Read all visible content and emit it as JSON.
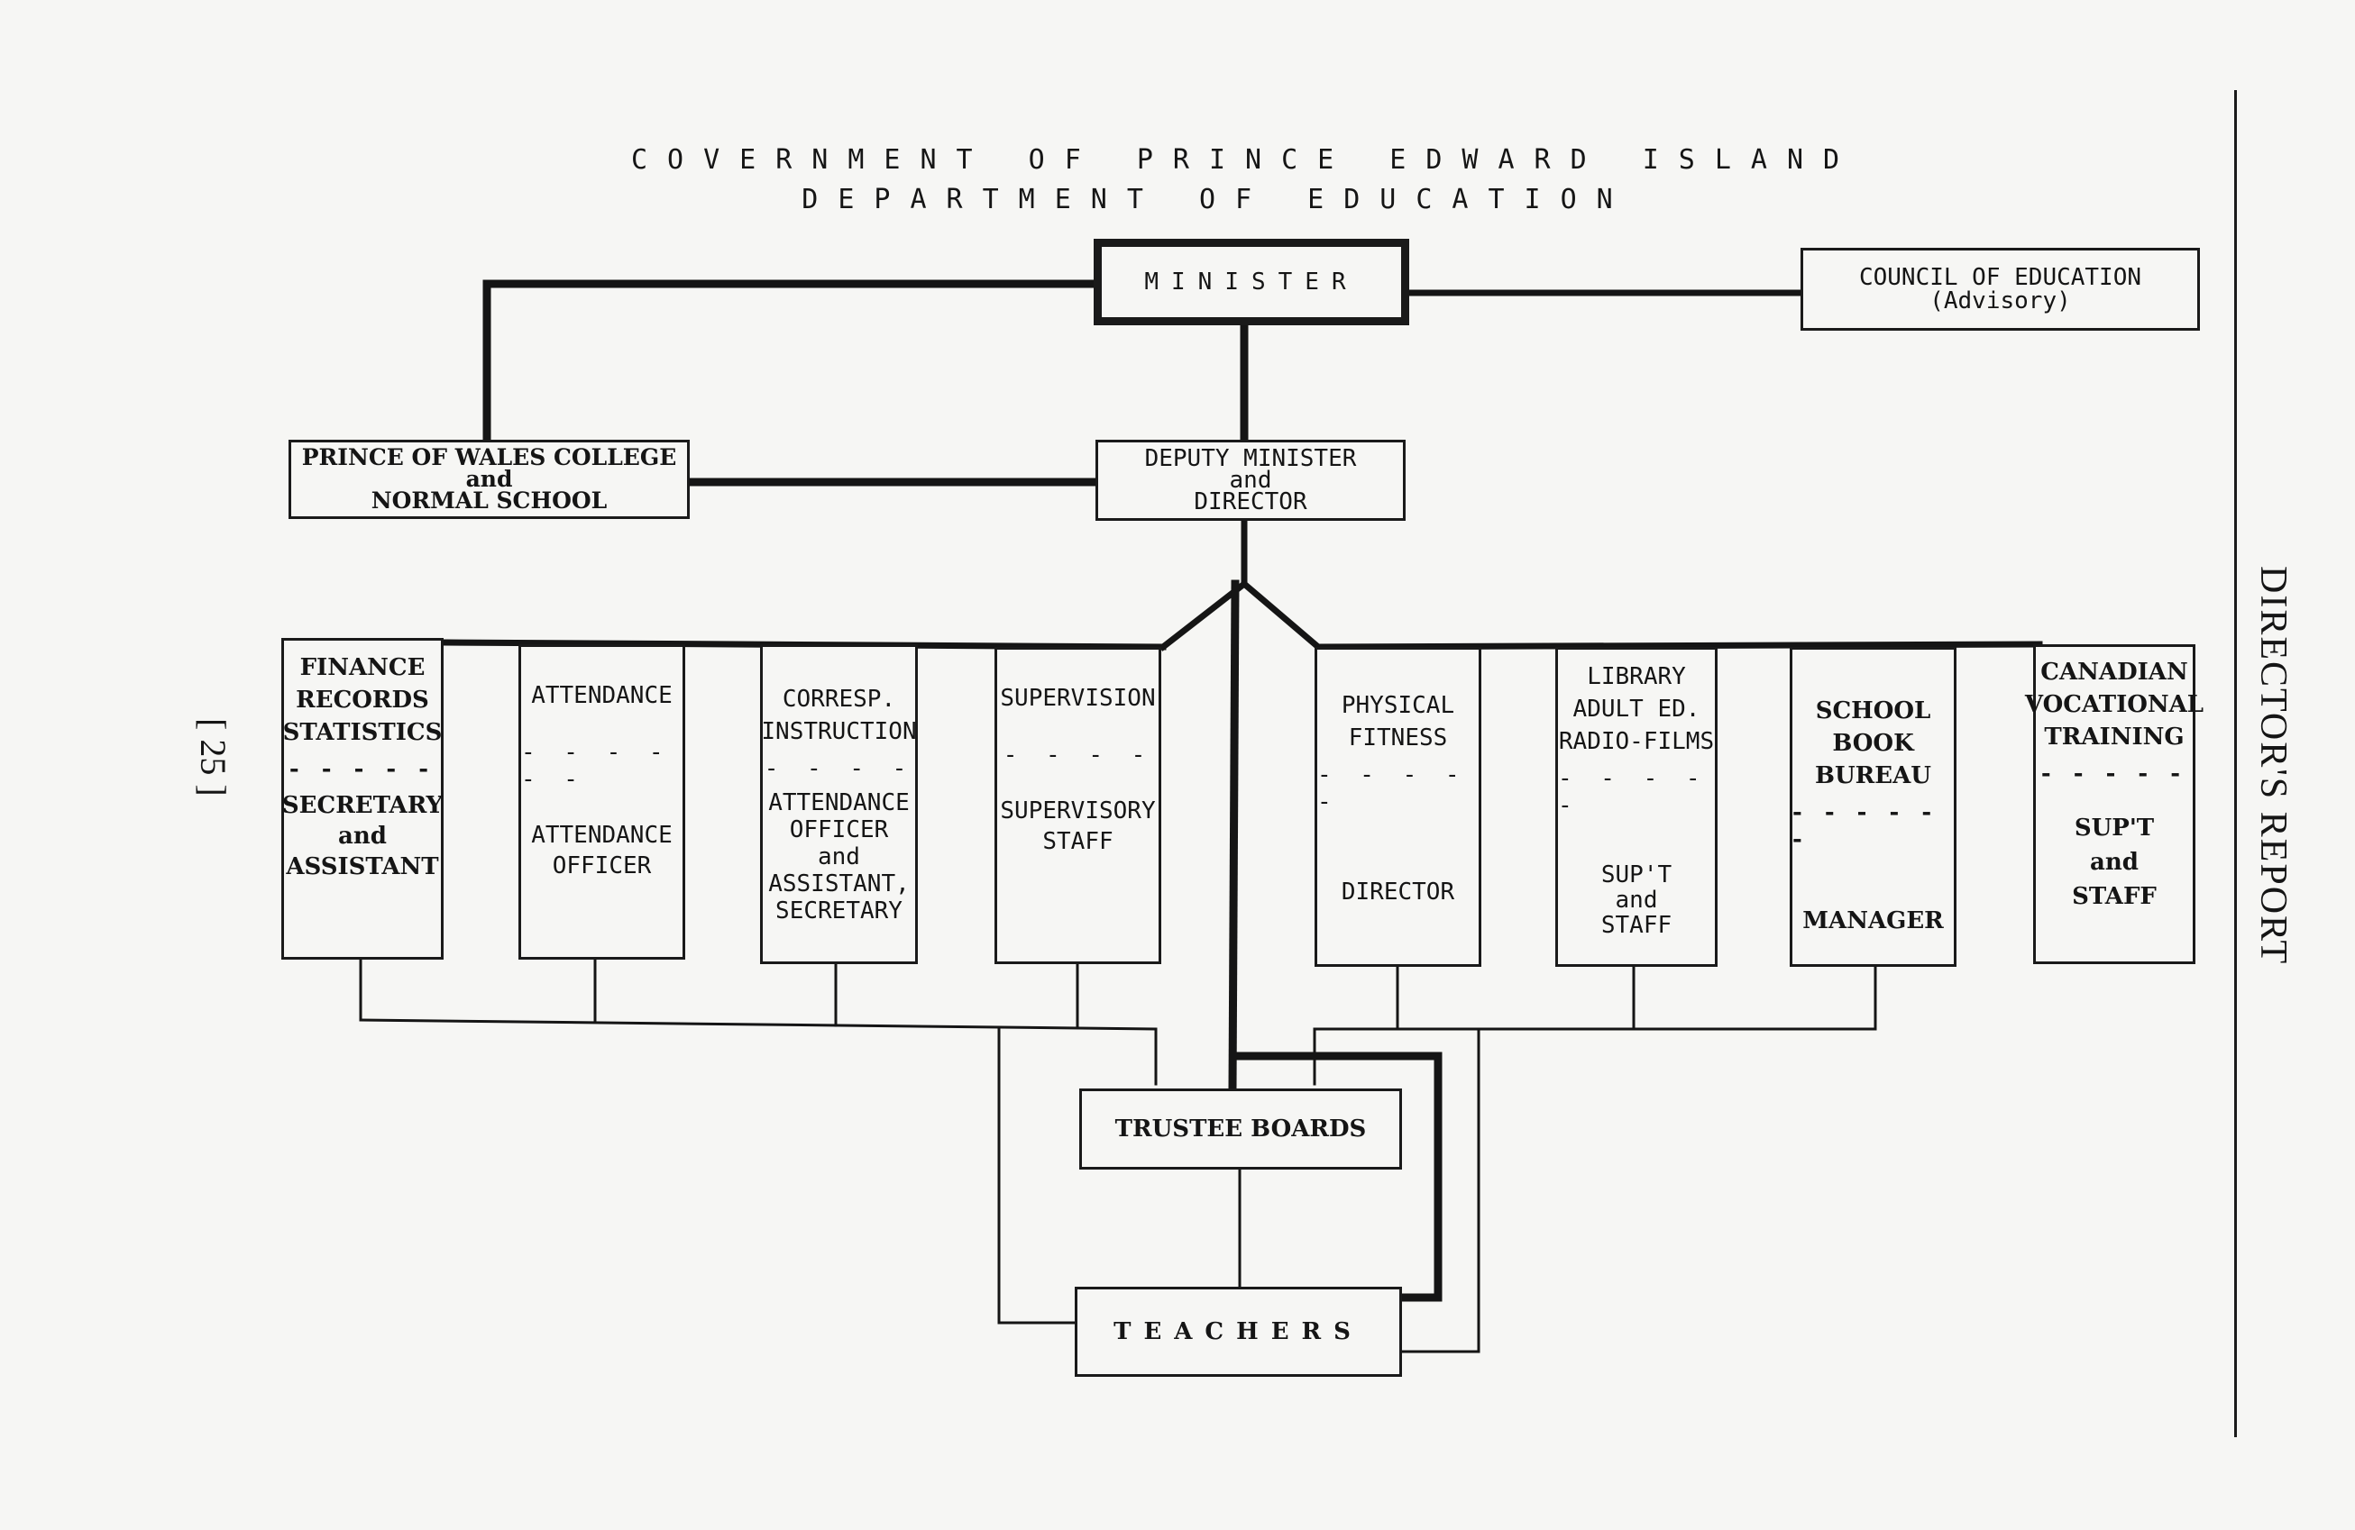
{
  "header": {
    "line1": "COVERNMENT OF PRINCE EDWARD ISLAND",
    "line2": "DEPARTMENT OF EDUCATION"
  },
  "side_title": "DIRECTOR'S REPORT",
  "page_number": "[ 25 ]",
  "nodes": {
    "minister": "MINISTER",
    "council": [
      "COUNCIL OF EDUCATION",
      "(Advisory)"
    ],
    "college": [
      "PRINCE OF WALES COLLEGE",
      "and",
      "NORMAL SCHOOL"
    ],
    "deputy": [
      "DEPUTY MINISTER",
      "and",
      "DIRECTOR"
    ],
    "trustee": "TRUSTEE BOARDS",
    "teachers": "TEACHERS"
  },
  "departments": [
    {
      "head": [
        "FINANCE",
        "RECORDS",
        "STATISTICS"
      ],
      "dash": "- - - - -",
      "staff": [
        "SECRETARY",
        "and",
        "ASSISTANT"
      ]
    },
    {
      "head": [
        "ATTENDANCE"
      ],
      "dash": "- - - - - -",
      "staff": [
        "ATTENDANCE",
        "OFFICER"
      ]
    },
    {
      "head": [
        "CORRESP.",
        "INSTRUCTION"
      ],
      "dash": "- - - -",
      "staff": [
        "ATTENDANCE",
        "OFFICER",
        "and",
        "ASSISTANT,",
        "SECRETARY"
      ]
    },
    {
      "head": [
        "SUPERVISION"
      ],
      "dash": "- - - -",
      "staff": [
        "SUPERVISORY",
        "STAFF"
      ]
    },
    {
      "head": [
        "PHYSICAL",
        "FITNESS"
      ],
      "dash": "- - - - -",
      "staff": [
        "DIRECTOR"
      ]
    },
    {
      "head": [
        "LIBRARY",
        "ADULT ED.",
        "RADIO-FILMS"
      ],
      "dash": "- - - - -",
      "staff": [
        "SUP'T",
        "and",
        "STAFF"
      ]
    },
    {
      "head": [
        "SCHOOL BOOK",
        "BUREAU"
      ],
      "dash": "- - - - - -",
      "staff": [
        "MANAGER"
      ]
    },
    {
      "head": [
        "CANADIAN",
        "VOCATIONAL",
        "TRAINING"
      ],
      "dash": "- - - - -",
      "staff": [
        "SUP'T",
        "and",
        "STAFF"
      ]
    }
  ]
}
